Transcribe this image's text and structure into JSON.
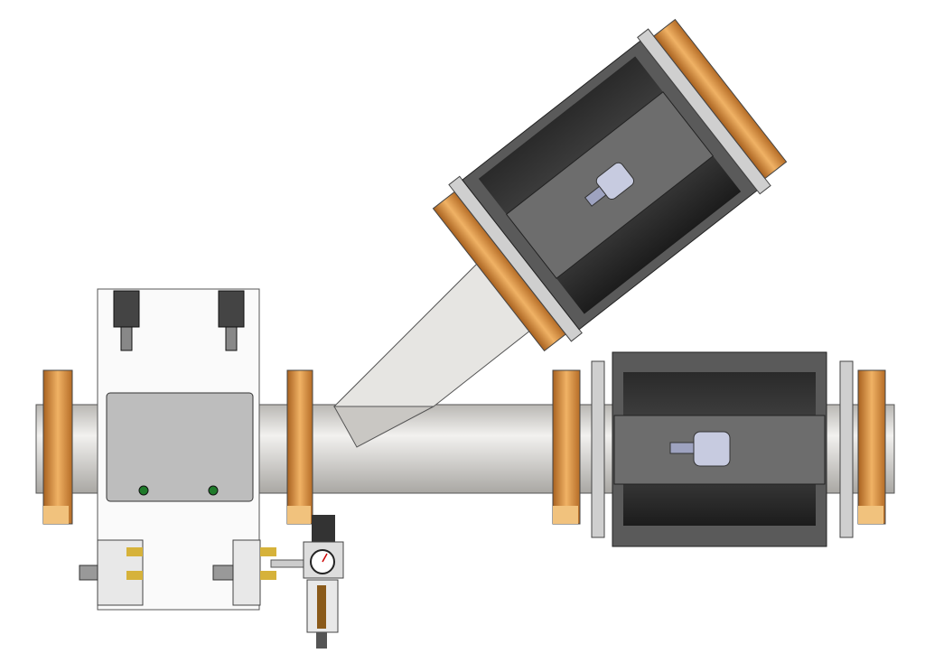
{
  "scene": {
    "description_visible_text": "",
    "colors": {
      "background": "#ffffff",
      "pipe": "#d8d6d2",
      "flange": "#d9923f",
      "flange_face": "#f1c27d",
      "valve_body": "#3a3a3a",
      "valve_plate": "#6b6b6b",
      "panel": "#fafafa",
      "enclosure": "#bdbdbd",
      "indicator": "#1f7a2a"
    },
    "icons": [
      "pipe-assembly",
      "y-branch",
      "pinch-valve",
      "control-panel",
      "air-filter-regulator",
      "pressure-gauge"
    ]
  }
}
